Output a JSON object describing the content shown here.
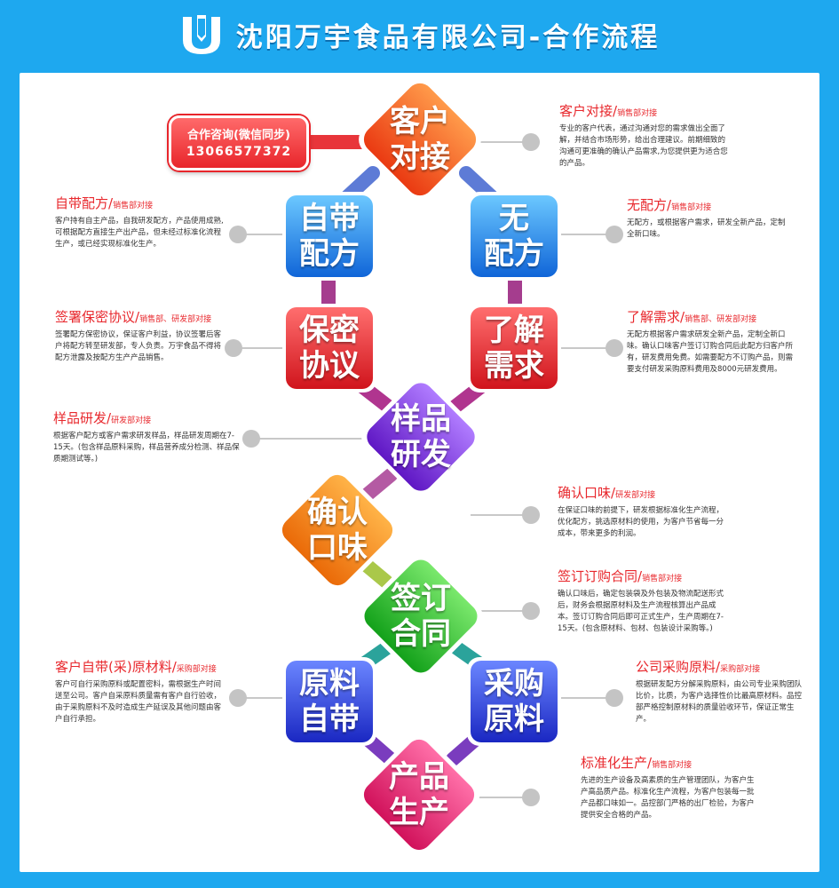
{
  "header": {
    "title": "沈阳万宇食品有限公司-合作流程"
  },
  "consult": {
    "label": "合作咨询(微信同步)",
    "phone": "13066577372"
  },
  "nodes": {
    "kehu": "客户\n对接",
    "zidai": "自带\n配方",
    "wu": "无\n配方",
    "baomi": "保密\n协议",
    "liaojie": "了解\n需求",
    "yangpin": "样品\n研发",
    "queren": "确认\n口味",
    "qianding": "签订\n合同",
    "yuanliao": "原料\n自带",
    "caigou": "采购\n原料",
    "chanpin": "产品\n生产"
  },
  "descriptions": [
    {
      "title": "客户对接/",
      "role": "销售部对接",
      "text": "专业的客户代表，通过沟通对您的需求做出全面了解，并结合市场形势，给出合理建议。前期细致的沟通可更准确的确认产品需求,为您提供更为适合您的产品。"
    },
    {
      "title": "自带配方/",
      "role": "销售部对接",
      "text": "客户持有自主产品，自我研发配方，产品使用成熟,可根据配方直接生产出产品，但未经过标准化流程生产，或已经实现标准化生产。"
    },
    {
      "title": "无配方/",
      "role": "销售部对接",
      "text": "无配方，或根据客户需求，研发全新产品，定制全新口味。"
    },
    {
      "title": "签署保密协议/",
      "role": "销售部、研发部对接",
      "text": "签署配方保密协议，保证客户利益，协议签署后客户将配方转至研发部，专人负责。万宇食品不得将配方泄露及按配方生产产品销售。"
    },
    {
      "title": "了解需求/",
      "role": "销售部、研发部对接",
      "text": "无配方根据客户需求研发全新产品，定制全新口味。确认口味客户签订订购合同后此配方归客户所有，研发费用免费。如需要配方不订购产品，则需要支付研发采购原料费用及8000元研发费用。"
    },
    {
      "title": "样品研发/",
      "role": "研发部对接",
      "text": "根据客户配方或客户需求研发样品，样品研发周期在7-15天。(包含样品原料采购，样品营养成分检测、样品保质期测试等。)"
    },
    {
      "title": "确认口味/",
      "role": "研发部对接",
      "text": "在保证口味的前提下，研发根据标准化生产流程，优化配方，挑选原材料的使用，为客户节省每一分成本，带来更多的利润。"
    },
    {
      "title": "签订订购合同/",
      "role": "销售部对接",
      "text": "确认口味后，确定包装袋及外包装及物流配送形式后，财务会根据原材料及生产流程核算出产品成本。签订订购合同后即可正式生产，生产周期在7-15天。(包含原材料、包材、包装设计采购等。)"
    },
    {
      "title": "客户自带(采)原材料/",
      "role": "采购部对接",
      "text": "客户可自行采购原料或配置密料，需根据生产时间送至公司。客户自采原料质量需有客户自行验收，由于采购原料不及时造成生产延误及其他问题由客户自行承担。"
    },
    {
      "title": "公司采购原料/",
      "role": "采购部对接",
      "text": "根据研发配方分解采购原料，由公司专业采购团队比价，比质，为客户选择性价比最高原材料。品控部严格控制原材料的质量验收环节，保证正常生产。"
    },
    {
      "title": "标准化生产/",
      "role": "销售部对接",
      "text": "先进的生产设备及高素质的生产管理团队，为客户生产高品质产品。标准化生产流程，为客户包装每一批产品都口味如一。品控部门严格的出厂检验，为客户提供安全合格的产品。"
    }
  ],
  "colors": {
    "background": "#1ea8ef",
    "orange_red": "#f4511e",
    "blue": "#1b84e6",
    "red": "#e8252b",
    "purple": "#7b2fd9",
    "orange": "#f47b13",
    "green": "#2fc030",
    "royal_blue": "#2439d6",
    "magenta": "#e2206f"
  }
}
